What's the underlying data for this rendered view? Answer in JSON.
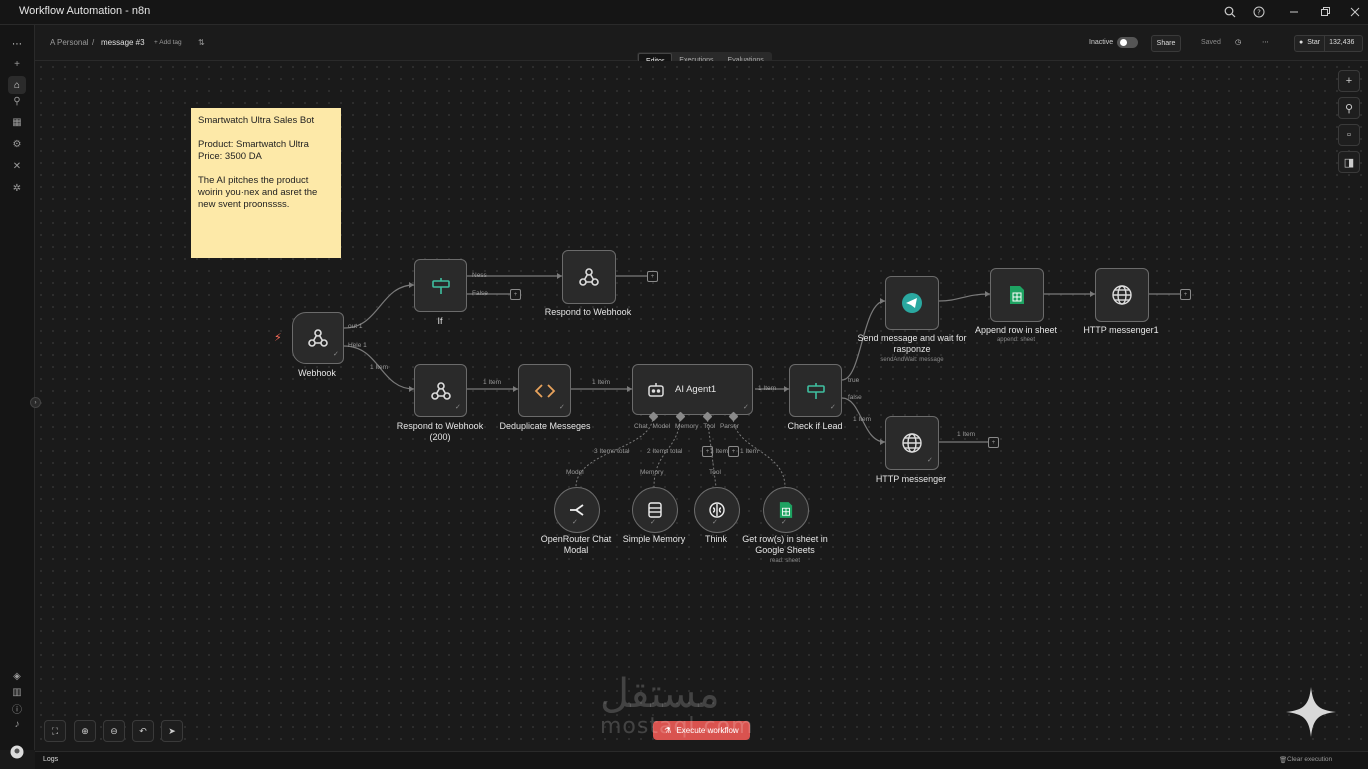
{
  "window": {
    "title": "Workflow Automation - n8n"
  },
  "breadcrumb": {
    "owner": "Personal",
    "workflow": "message #3",
    "add_tag": "+ Add tag"
  },
  "tabs": [
    "Editor",
    "Executions",
    "Evaluations"
  ],
  "header": {
    "status": "Inactive",
    "share": "Share",
    "saved": "Saved",
    "star": "Star",
    "star_count": "132,436"
  },
  "note": {
    "title": "Smartwatch Ultra Sales Bot",
    "line1": "Product: Smartwatch Ultra",
    "line2": "Price: 3500 DA",
    "body": "The AI pitches the product woirin you·nex and asret the new svent proonssss."
  },
  "nodes": {
    "webhook": "Webhook",
    "if": "If",
    "respond": "Respond to Webhook",
    "respond200": "Respond to Webhook (200)",
    "dedupe": "Deduplicate Messeges",
    "agent": "AI Agent1",
    "check": "Check if Lead",
    "telegram": "Send message and wait for rasponze",
    "telegram_sub": "sendAndWait: message",
    "append": "Append row in sheet",
    "append_sub": "append: sheet",
    "http1": "HTTP messenger1",
    "http": "HTTP messenger",
    "openrouter": "OpenRouter Chat Modal",
    "memory": "Simple Memory",
    "think": "Think",
    "getrows": "Get row(s) in sheet in Google Sheets",
    "getrows_sub": "read: sheet"
  },
  "edges": {
    "if_true": "Ness",
    "if_false": "False",
    "wh_out1": "out 1",
    "wh_out2": "Hele 1",
    "wh_items": "1 Item",
    "r200_items": "1 Item",
    "dedupe_items": "1 Item",
    "agent_items": "1 Item",
    "check_true": "true",
    "check_false": "false",
    "check_items": "1 Item",
    "http_items": "1 Item",
    "model_items": "3 Items total",
    "memory_items": "2 Items total",
    "tool_items": "1 Item",
    "tool_items2": "1 Item"
  },
  "agent_ports": "Chat Model Memory Tool Parser",
  "sub_labels": {
    "model": "Model",
    "memory": "Memory",
    "tool": "Tool"
  },
  "toolbar": {
    "execute": "Execute workflow"
  },
  "status_bar": {
    "logs": "Logs",
    "clear": "Clear execution"
  },
  "watermark": {
    "arabic": "مستقل",
    "latin": "mostaql.com"
  },
  "icons": {
    "search": "search-icon",
    "help": "help-icon",
    "minimize": "minimize-icon",
    "restore": "restore-icon",
    "close": "close-icon"
  },
  "colors": {
    "accent": "#ff6d5a",
    "note": "#fde9a8",
    "execute": "#d9534f",
    "node_border": "#6b6b6b"
  }
}
